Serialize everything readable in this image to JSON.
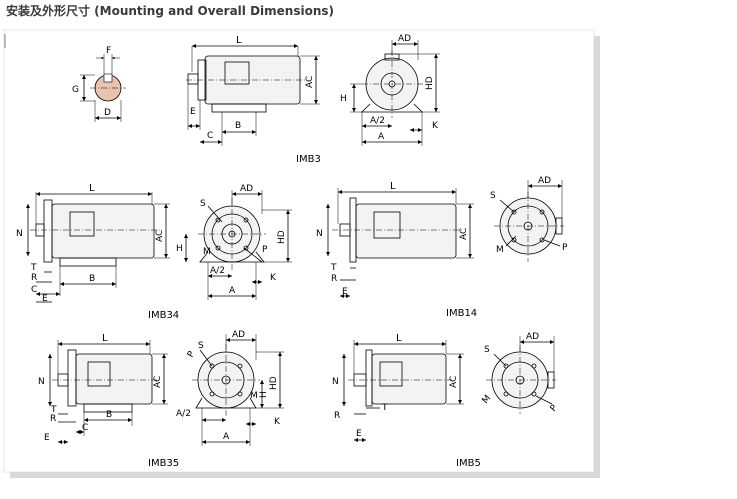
{
  "title": "安装及外形尺寸 (Mounting and Overall Dimensions)",
  "colors": {
    "title": "#3a3a3a",
    "panel_bg": "#ffffff",
    "shadow": "#d9d9d9"
  },
  "labels": {
    "shaft": {
      "F": "F",
      "G": "G",
      "D": "D"
    },
    "imb3": {
      "name": "IMB3",
      "L": "L",
      "AC": "AC",
      "E": "E",
      "C": "C",
      "B": "B",
      "AD": "AD",
      "HD": "HD",
      "H": "H",
      "A2": "A/2",
      "K": "K",
      "A": "A"
    },
    "imb34": {
      "name": "IMB34",
      "L": "L",
      "N": "N",
      "AC": "AC",
      "T": "T",
      "R": "R",
      "C": "C",
      "E": "E",
      "B": "B",
      "AD": "AD",
      "S": "S",
      "P": "P",
      "M": "M",
      "H": "H",
      "HD": "HD",
      "A2": "A/2",
      "K": "K",
      "A": "A"
    },
    "imb14": {
      "name": "IMB14",
      "L": "L",
      "N": "N",
      "AC": "AC",
      "T": "T",
      "R": "R",
      "E": "E",
      "AD": "AD",
      "S": "S",
      "M": "M",
      "P": "P"
    },
    "imb35": {
      "name": "IMB35",
      "L": "L",
      "N": "N",
      "AC": "AC",
      "T": "T",
      "R": "R",
      "C": "C",
      "E": "E",
      "B": "B",
      "P": "P",
      "S": "S",
      "AD": "AD",
      "HD": "HD",
      "H": "H",
      "M": "M",
      "A2": "A/2",
      "K": "K",
      "A": "A"
    },
    "imb5": {
      "name": "IMB5",
      "L": "L",
      "N": "N",
      "AC": "AC",
      "R": "R",
      "T": "T",
      "E": "E",
      "AD": "AD",
      "S": "S",
      "M": "M",
      "P": "P"
    }
  }
}
